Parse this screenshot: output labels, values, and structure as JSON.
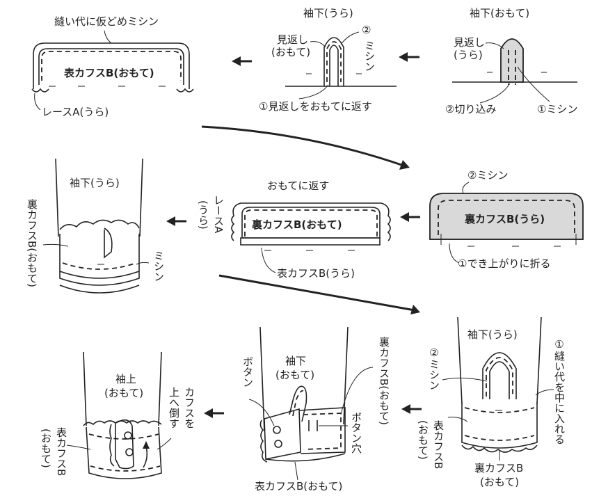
{
  "steps": {
    "s1": {
      "title": "袖下(おもて)",
      "mishin": "①ミシン",
      "cut": "②切り込み",
      "facing": "見返し\n(うら)"
    },
    "s2": {
      "title": "袖下(うら)",
      "facing": "見返し\n(おもて)",
      "mishin": "②\nミシン",
      "turn": "①見返しをおもてに返す"
    },
    "s3": {
      "top": "縫い代に仮どめミシン",
      "cuff": "表カフスB(おもて)",
      "lace": "レースA(うら)"
    },
    "s4": {
      "mishin": "②ミシン",
      "cuff": "裏カフスB(うら)",
      "fold": "①でき上がりに折る"
    },
    "s5": {
      "top": "おもてに返す",
      "cuff": "裏カフスB(おもて)",
      "lace_v": "レースA",
      "lace_sub": "(うら)",
      "bottom": "表カフスB(うら)"
    },
    "s6": {
      "title": "袖下(うら)",
      "left_v": "裏カフスB(おもて)",
      "mishin_v": "ミシン"
    },
    "s7": {
      "title": "袖下(うら)",
      "mishin_v": "②ミシン",
      "seam_v": "①縫い代を中に入れる",
      "omote_v": "(おもて)",
      "cuff_v": "表カフスB",
      "bottom1": "裏カフスB",
      "bottom2": "(おもて)"
    },
    "s8": {
      "title1": "袖下",
      "title2": "(おもて)",
      "button_v": "ボタン",
      "right_v": "裏カフスB(おもて)",
      "hole_v": "ボタン穴",
      "bottom": "表カフスB(おもて)"
    },
    "s9": {
      "title1": "袖上",
      "title2": "(おもて)",
      "left_v1": "表カフスB",
      "left_v2": "(おもて)",
      "fold_v1": "カフスを",
      "fold_v2": "上へ倒す"
    }
  }
}
